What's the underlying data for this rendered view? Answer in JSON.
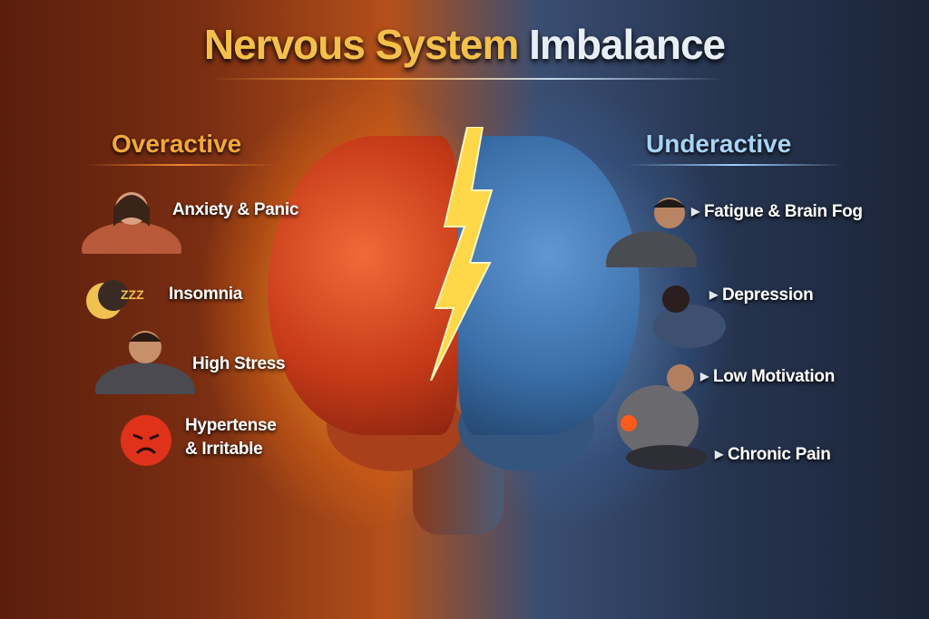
{
  "title": {
    "part1": "Nervous System",
    "part2": "Imbalance"
  },
  "overactive": {
    "heading": "Overactive",
    "items": [
      {
        "label": "Anxiety & Panic",
        "icon": "stressed-woman-icon"
      },
      {
        "label": "Insomnia",
        "icon": "moon-sleep-icon"
      },
      {
        "label": "High Stress",
        "icon": "stressed-man-icon"
      },
      {
        "label_line1": "Hypertense",
        "label_line2": "& Irritable",
        "icon": "angry-face-icon"
      }
    ]
  },
  "underactive": {
    "heading": "Underactive",
    "items": [
      {
        "label": "Fatigue & Brain Fog",
        "icon": "tired-man-icon"
      },
      {
        "label": "Depression",
        "icon": "sad-woman-icon"
      },
      {
        "label": "Low Motivation",
        "icon": "slumped-man-icon"
      },
      {
        "label": "Chronic Pain",
        "icon": "pain-icon"
      }
    ]
  },
  "bullet": "▶",
  "colors": {
    "overactive": "#f2a83a",
    "underactive": "#a8d4f4",
    "brain_left": "#d84a22",
    "brain_right": "#4a80bc",
    "bolt": "#ffd84a"
  }
}
